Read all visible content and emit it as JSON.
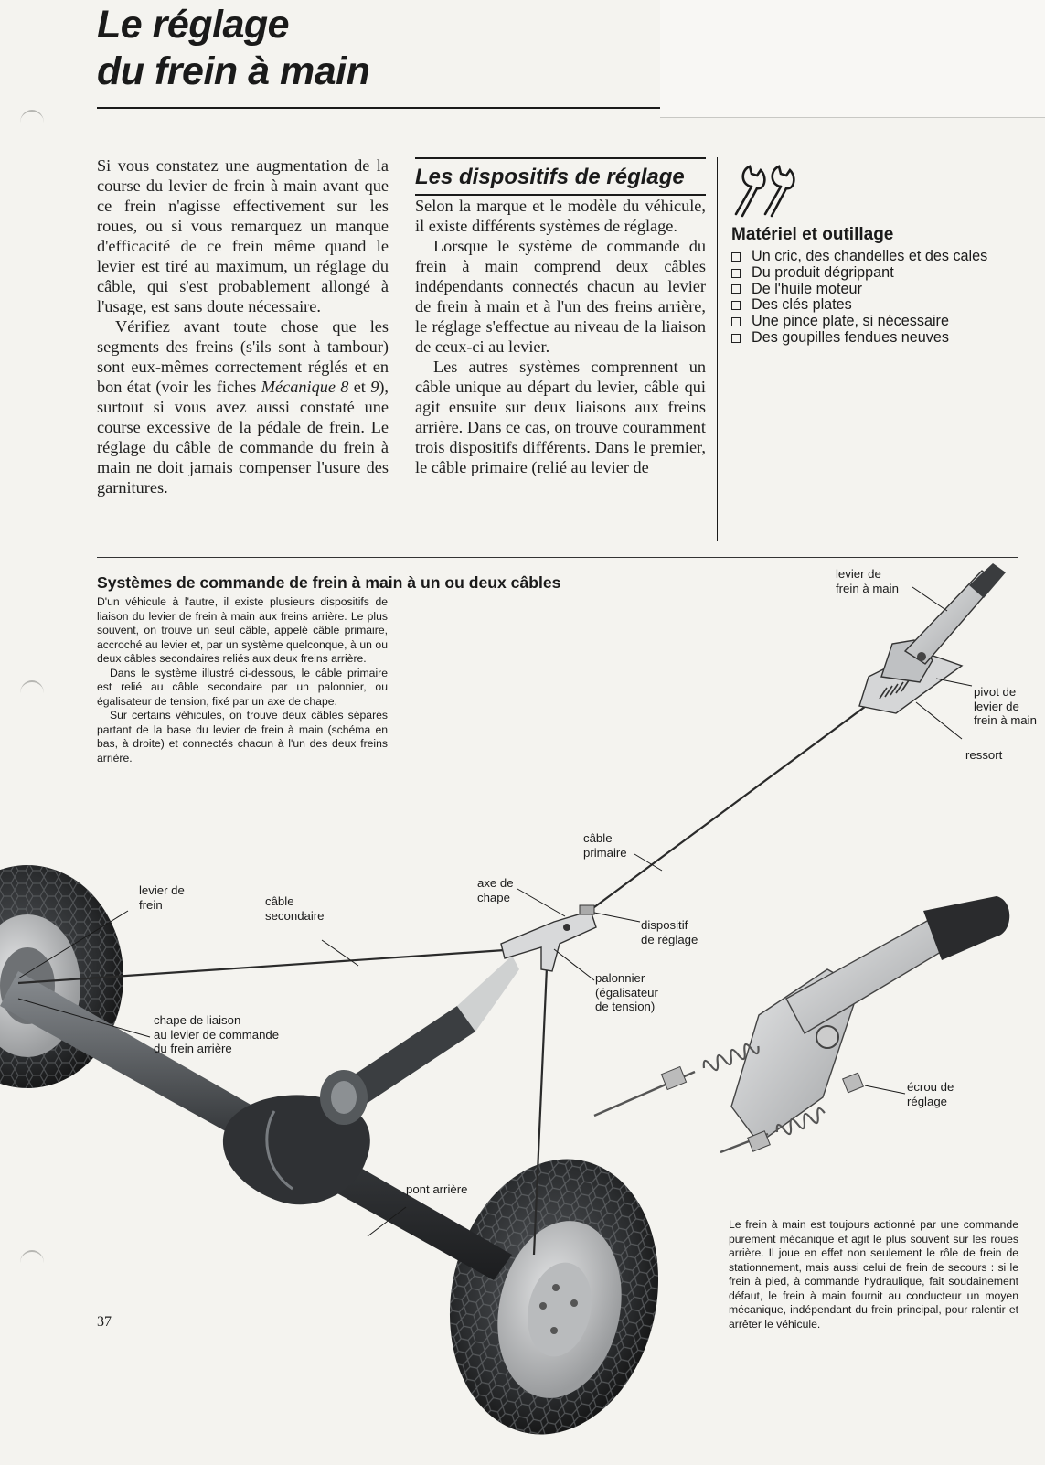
{
  "header": {
    "title": "Le réglage\ndu frein à main"
  },
  "col1": {
    "p1": "Si vous constatez une augmentation de la course du levier de frein à main avant que ce frein n'agisse effectivement sur les roues, ou si vous remarquez un manque d'efficacité de ce frein même quand le levier est tiré au maximum, un réglage du câble, qui s'est probablement allongé à l'usage, est sans doute nécessaire.",
    "p2_a": "Vérifiez avant toute chose que les segments des freins (s'ils sont à tambour) sont eux-mêmes correctement réglés et en bon état (voir les fiches ",
    "p2_em1": "Mécanique 8",
    "p2_b": " et ",
    "p2_em2": "9",
    "p2_c": "), surtout si vous avez aussi constaté une course excessive de la pédale de frein. Le réglage du câble de commande du frein à main ne doit jamais compenser l'usure des garnitures."
  },
  "col2": {
    "heading": "Les dispositifs de réglage",
    "p1": "Selon la marque et le modèle du véhicule, il existe différents systèmes de réglage.",
    "p2": "Lorsque le système de commande du frein à main comprend deux câbles indépendants connectés chacun au levier de frein à main et à l'un des freins arrière, le réglage s'effectue au niveau de la liaison de ceux-ci au levier.",
    "p3": "Les autres systèmes comprennent un câble unique au départ du levier, câble qui agit ensuite sur deux liaisons aux freins arrière. Dans ce cas, on trouve couramment trois dispositifs différents. Dans le premier, le câble primaire (relié au levier de"
  },
  "tools": {
    "heading": "Matériel et outillage",
    "icon": "wrench-icon",
    "items": [
      "Un cric, des chandelles et des cales",
      "Du produit dégrippant",
      "De l'huile moteur",
      "Des clés plates",
      "Une pince plate, si nécessaire",
      "Des goupilles fendues neuves"
    ]
  },
  "systems": {
    "heading": "Systèmes de commande de frein à main à un ou deux câbles",
    "p1": "D'un véhicule à l'autre, il existe plusieurs dispositifs de liaison du levier de frein à main aux freins arrière. Le plus souvent, on trouve un seul câble, appelé câble primaire, accroché au levier et, par un système quelconque, à un ou deux câbles secondaires reliés aux deux freins arrière.",
    "p2": "Dans le système illustré ci-dessous, le câble primaire est relié au câble secondaire par un palonnier, ou égalisateur de tension, fixé par un axe de chape.",
    "p3": "Sur certains véhicules, on trouve deux câbles séparés partant de la base du levier de frein à main (schéma en bas, à droite) et connectés chacun à l'un des deux freins arrière."
  },
  "labels": {
    "levier_main": "levier de\nfrein à main",
    "pivot": "pivot de\nlevier de\nfrein à main",
    "ressort": "ressort",
    "cable_primaire": "câble\nprimaire",
    "axe_chape": "axe de\nchape",
    "dispositif": "dispositif\nde réglage",
    "levier_frein": "levier de\nfrein",
    "cable_secondaire": "câble\nsecondaire",
    "palonnier": "palonnier\n(égalisateur\nde tension)",
    "chape_liaison": "chape de liaison\nau levier de commande\ndu frein arrière",
    "ecrou": "écrou de\nréglage",
    "pont": "pont arrière"
  },
  "footer": {
    "text": "Le frein à main est toujours actionné par une commande purement mécanique et agit le plus souvent sur les roues arrière. Il joue en effet non seulement le rôle de frein de stationnement, mais aussi celui de frein de secours : si le frein à pied, à commande hydraulique, fait soudainement défaut, le frein à main fournit au conducteur un moyen mécanique, indépendant du frein principal, pour ralentir et arrêter le véhicule.",
    "page_number": "37"
  }
}
